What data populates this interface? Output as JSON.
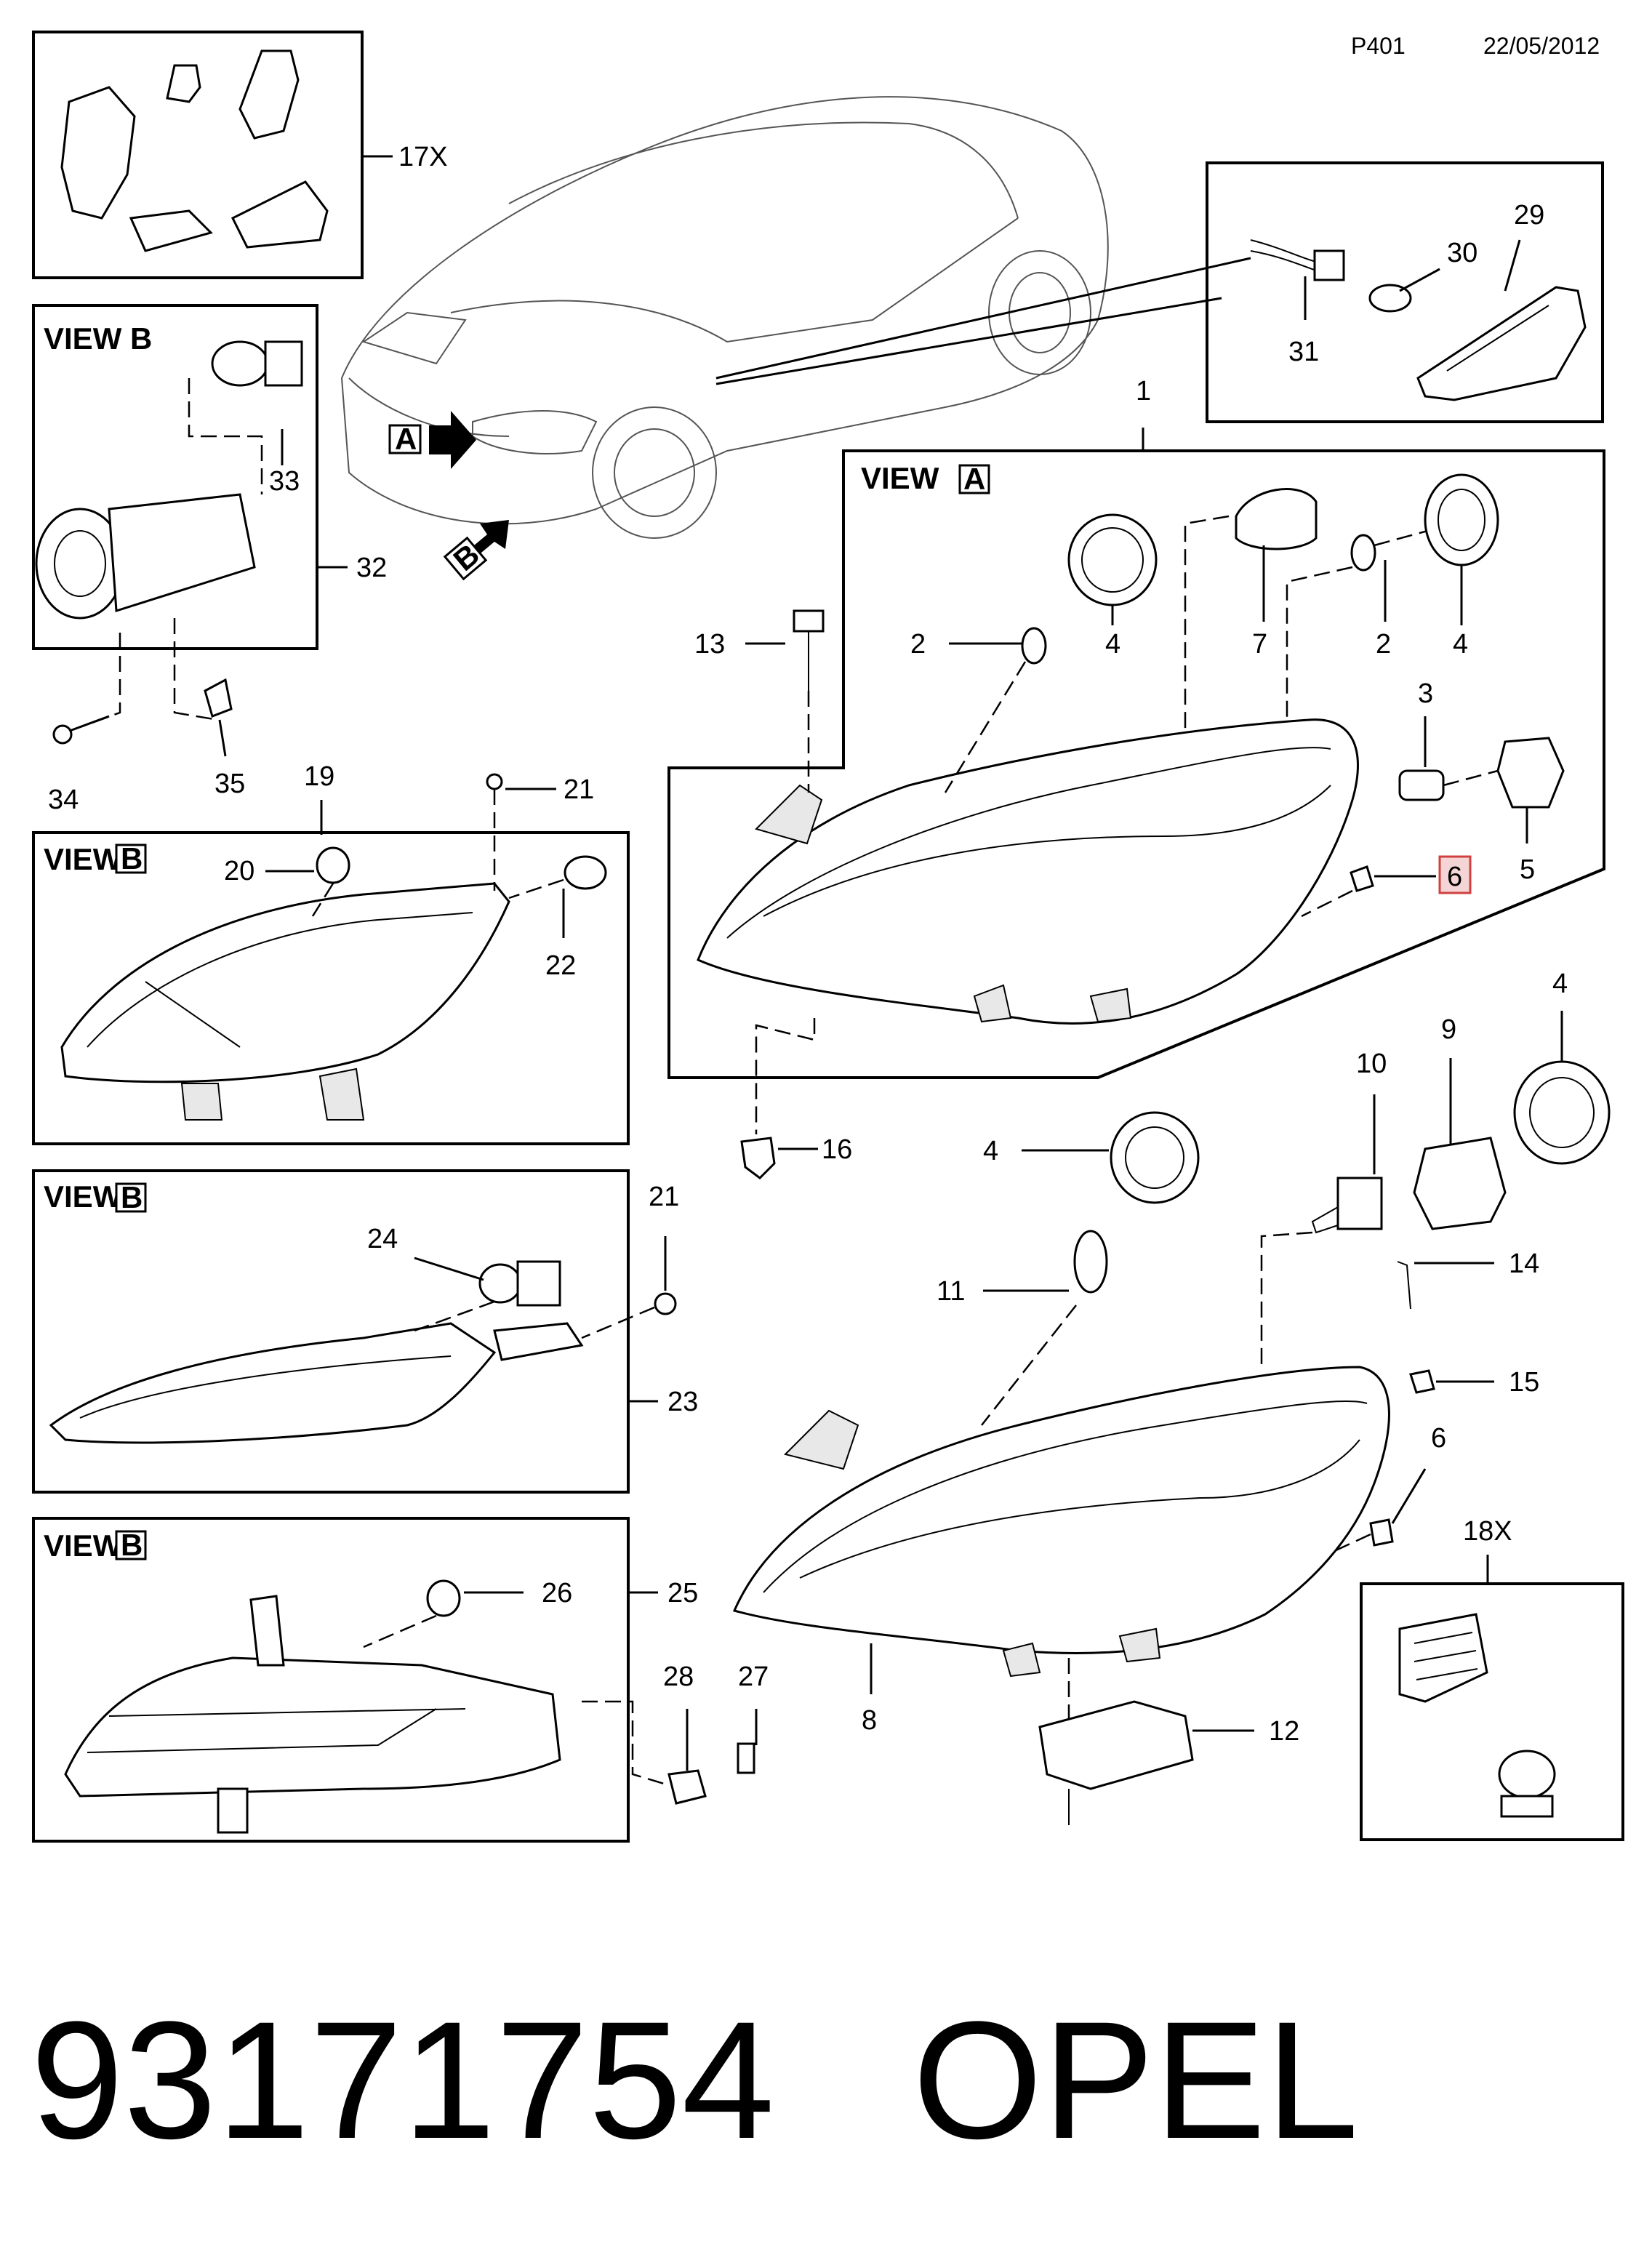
{
  "header": {
    "page_code": "P401",
    "date": "22/05/2012"
  },
  "footer": {
    "part_number": "93171754",
    "brand": "OPEL"
  },
  "views": {
    "view_b_fog": "VIEW B",
    "view_a": "VIEW",
    "view_a_letter": "A",
    "view_b_1": "VIEW",
    "view_b_1_letter": "B",
    "view_b_2": "VIEW",
    "view_b_2_letter": "B",
    "view_b_3": "VIEW",
    "view_b_3_letter": "B",
    "arrow_a": "A",
    "arrow_b": "B"
  },
  "callouts": {
    "c17x": "17X",
    "c29": "29",
    "c30": "30",
    "c31": "31",
    "c1": "1",
    "c33": "33",
    "c32": "32",
    "c34": "34",
    "c35": "35",
    "c13": "13",
    "c2a": "2",
    "c4a": "4",
    "c7": "7",
    "c2b": "2",
    "c4b": "4",
    "c3": "3",
    "c6_highlight": "6",
    "c5": "5",
    "c19": "19",
    "c21a": "21",
    "c20": "20",
    "c22": "22",
    "c16": "16",
    "c4c": "4",
    "c9": "9",
    "c10": "10",
    "c4d": "4",
    "c14": "14",
    "c11": "11",
    "c15": "15",
    "c6b": "6",
    "c18x": "18X",
    "c24": "24",
    "c21b": "21",
    "c23": "23",
    "c26": "26",
    "c25": "25",
    "c28": "28",
    "c27": "27",
    "c8": "8",
    "c12": "12"
  },
  "colors": {
    "highlight_fill": "#f4d4d4",
    "highlight_stroke": "#d04040",
    "ink": "#000000"
  }
}
